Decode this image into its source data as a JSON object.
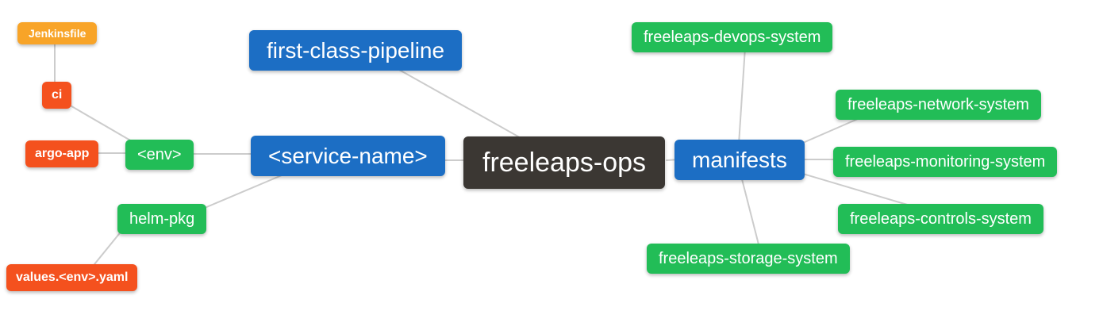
{
  "mindmap": {
    "title": "freeleaps-ops mindmap",
    "nodes": [
      {
        "id": "freeleaps-ops",
        "label": "freeleaps-ops",
        "level": "root"
      },
      {
        "id": "first-class-pipeline",
        "label": "first-class-pipeline",
        "level": 1
      },
      {
        "id": "service-name",
        "label": "<service-name>",
        "level": 1
      },
      {
        "id": "manifests",
        "label": "manifests",
        "level": 1
      },
      {
        "id": "env",
        "label": "<env>",
        "level": 2
      },
      {
        "id": "helm-pkg",
        "label": "helm-pkg",
        "level": 2
      },
      {
        "id": "devops-system",
        "label": "freeleaps-devops-system",
        "level": 2
      },
      {
        "id": "network-system",
        "label": "freeleaps-network-system",
        "level": 2
      },
      {
        "id": "monitoring-system",
        "label": "freeleaps-monitoring-system",
        "level": 2
      },
      {
        "id": "controls-system",
        "label": "freeleaps-controls-system",
        "level": 2
      },
      {
        "id": "storage-system",
        "label": "freeleaps-storage-system",
        "level": 2
      },
      {
        "id": "ci",
        "label": "ci",
        "level": 3
      },
      {
        "id": "argo-app",
        "label": "argo-app",
        "level": 3
      },
      {
        "id": "values-env-yaml",
        "label": "values.<env>.yaml",
        "level": 3
      },
      {
        "id": "jenkinsfile",
        "label": "Jenkinsfile",
        "level": 4
      }
    ],
    "edges": [
      [
        "jenkinsfile",
        "ci"
      ],
      [
        "ci",
        "env"
      ],
      [
        "argo-app",
        "env"
      ],
      [
        "env",
        "service-name"
      ],
      [
        "service-name",
        "helm-pkg"
      ],
      [
        "helm-pkg",
        "values-env-yaml"
      ],
      [
        "first-class-pipeline",
        "freeleaps-ops"
      ],
      [
        "service-name",
        "freeleaps-ops"
      ],
      [
        "freeleaps-ops",
        "manifests"
      ],
      [
        "manifests",
        "devops-system"
      ],
      [
        "manifests",
        "network-system"
      ],
      [
        "manifests",
        "monitoring-system"
      ],
      [
        "manifests",
        "controls-system"
      ],
      [
        "manifests",
        "storage-system"
      ]
    ],
    "colors": {
      "root": "#3b3733",
      "level1": "#1c6ec4",
      "level2": "#22bd57",
      "level3": "#f4511e",
      "level4": "#f8a428",
      "edge": "#cccccc",
      "text": "#ffffff",
      "background": "#ffffff"
    }
  }
}
